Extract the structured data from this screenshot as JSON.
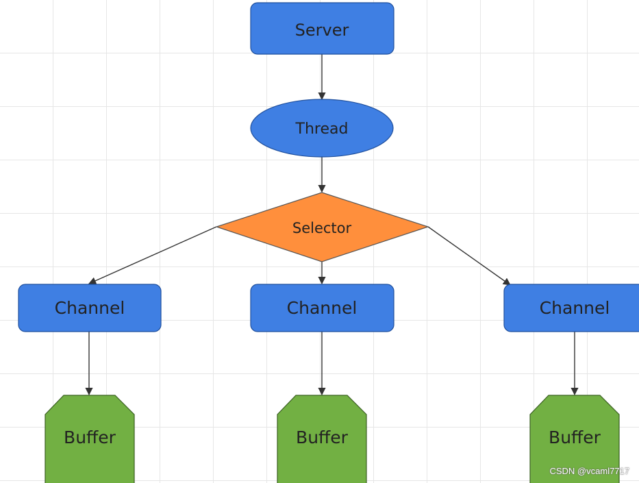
{
  "diagram": {
    "server": "Server",
    "thread": "Thread",
    "selector": "Selector",
    "channels": [
      "Channel",
      "Channel",
      "Channel"
    ],
    "buffers": [
      "Buffer",
      "Buffer",
      "Buffer"
    ]
  },
  "colors": {
    "process_blue": "#3f7fe3",
    "decision_orange": "#ff8f3c",
    "buffer_green": "#72b043",
    "edge": "#333333"
  },
  "watermark": "CSDN @vcaml7717"
}
